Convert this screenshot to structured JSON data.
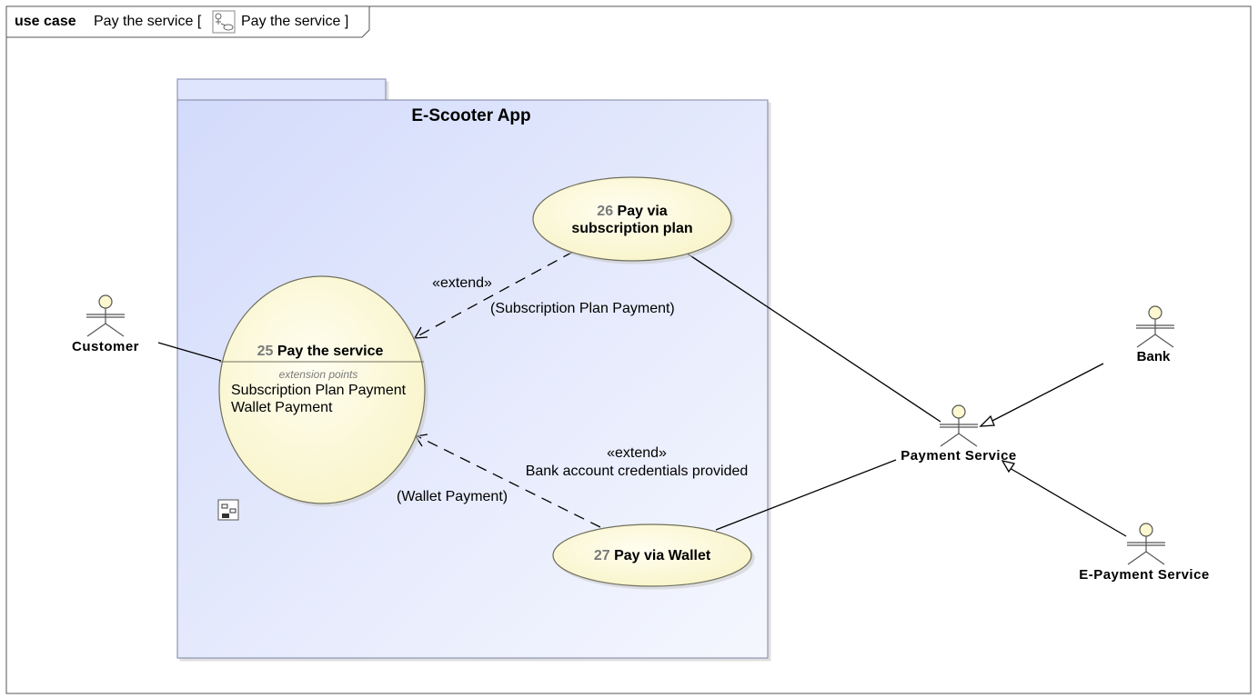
{
  "frame": {
    "keyword": "use case",
    "name": "Pay the service [",
    "diagram_ref": "Pay the service ]"
  },
  "system": {
    "title": "E-Scooter App"
  },
  "use_cases": {
    "uc25": {
      "number": "25",
      "name": "Pay the service",
      "extension_points_header": "extension points",
      "extension_points": [
        "Subscription Plan Payment",
        "Wallet Payment"
      ]
    },
    "uc26": {
      "number": "26",
      "name_line1": "Pay via",
      "name_line2": "subscription plan"
    },
    "uc27": {
      "number": "27",
      "name": "Pay via Wallet"
    }
  },
  "actors": {
    "customer": "Customer",
    "payment_service": "Payment Service",
    "bank": "Bank",
    "epayment_service": "E-Payment Service"
  },
  "relations": {
    "extend_26": {
      "stereotype": "«extend»",
      "extension_point": "(Subscription Plan Payment)"
    },
    "extend_27": {
      "stereotype": "«extend»",
      "condition": "Bank account credentials provided",
      "extension_point": "(Wallet Payment)"
    }
  },
  "colors": {
    "usecase_fill": "#fdfbd8",
    "usecase_stroke": "#7f7f6a",
    "system_fill_top": "#d4dcfb",
    "system_fill_bottom": "#f4f6fe",
    "system_stroke": "#7b84a6",
    "actor_fill": "#fdf8d0"
  }
}
